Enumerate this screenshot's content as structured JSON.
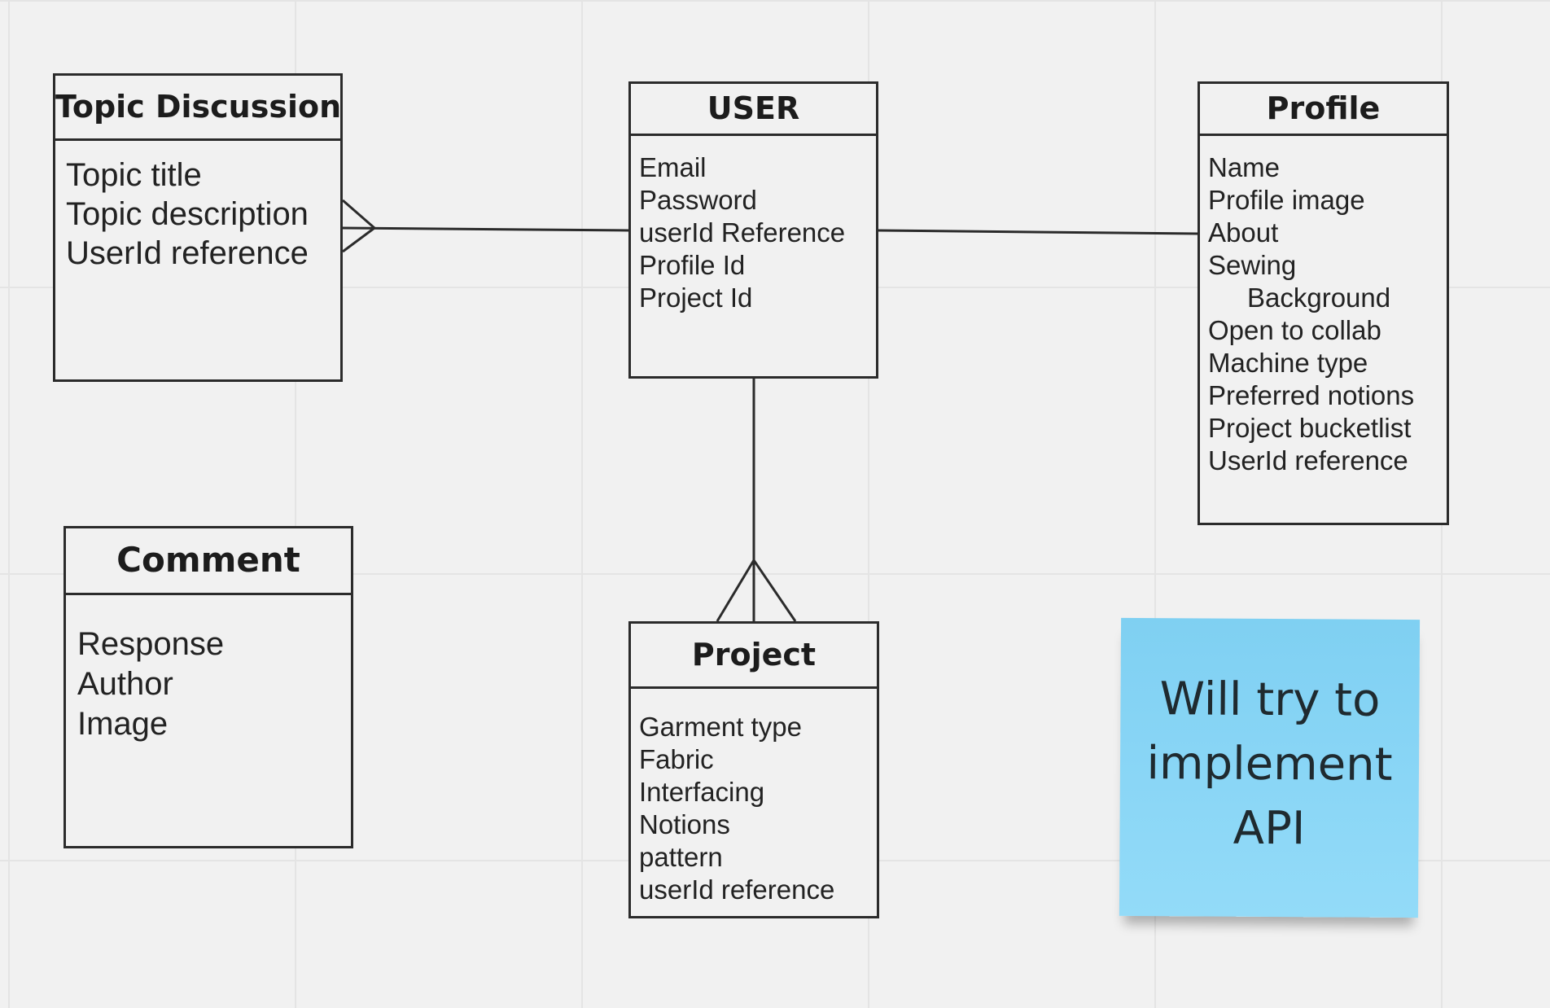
{
  "entities": {
    "topic_discussion": {
      "title": "Topic Discussion",
      "attributes": [
        "Topic title",
        "Topic description",
        "UserId reference"
      ]
    },
    "user": {
      "title": "USER",
      "attributes": [
        "Email",
        "Password",
        "userId Reference",
        "Profile Id",
        "Project Id"
      ]
    },
    "profile": {
      "title": "Profile",
      "attributes": [
        "Name",
        "Profile image",
        "About",
        "Sewing",
        "Background",
        "Open to collab",
        "Machine type",
        "Preferred notions",
        "Project bucketlist",
        "UserId reference"
      ]
    },
    "comment": {
      "title": "Comment",
      "attributes": [
        "Response",
        "Author",
        "Image"
      ]
    },
    "project": {
      "title": "Project",
      "attributes": [
        "Garment type",
        "Fabric",
        "Interfacing",
        "Notions",
        "pattern",
        "userId reference"
      ]
    }
  },
  "relationships": [
    {
      "from": "topic_discussion",
      "to": "user",
      "from_end": "many",
      "to_end": "one"
    },
    {
      "from": "user",
      "to": "profile",
      "from_end": "one",
      "to_end": "one"
    },
    {
      "from": "user",
      "to": "project",
      "from_end": "one",
      "to_end": "many"
    }
  ],
  "sticky_note": {
    "lines": [
      "Will try to",
      "implement",
      "API"
    ],
    "color": "#8ad6f6"
  },
  "colors": {
    "canvas": "#f1f1f1",
    "grid": "#e4e4e4",
    "stroke": "#2b2b2b"
  }
}
